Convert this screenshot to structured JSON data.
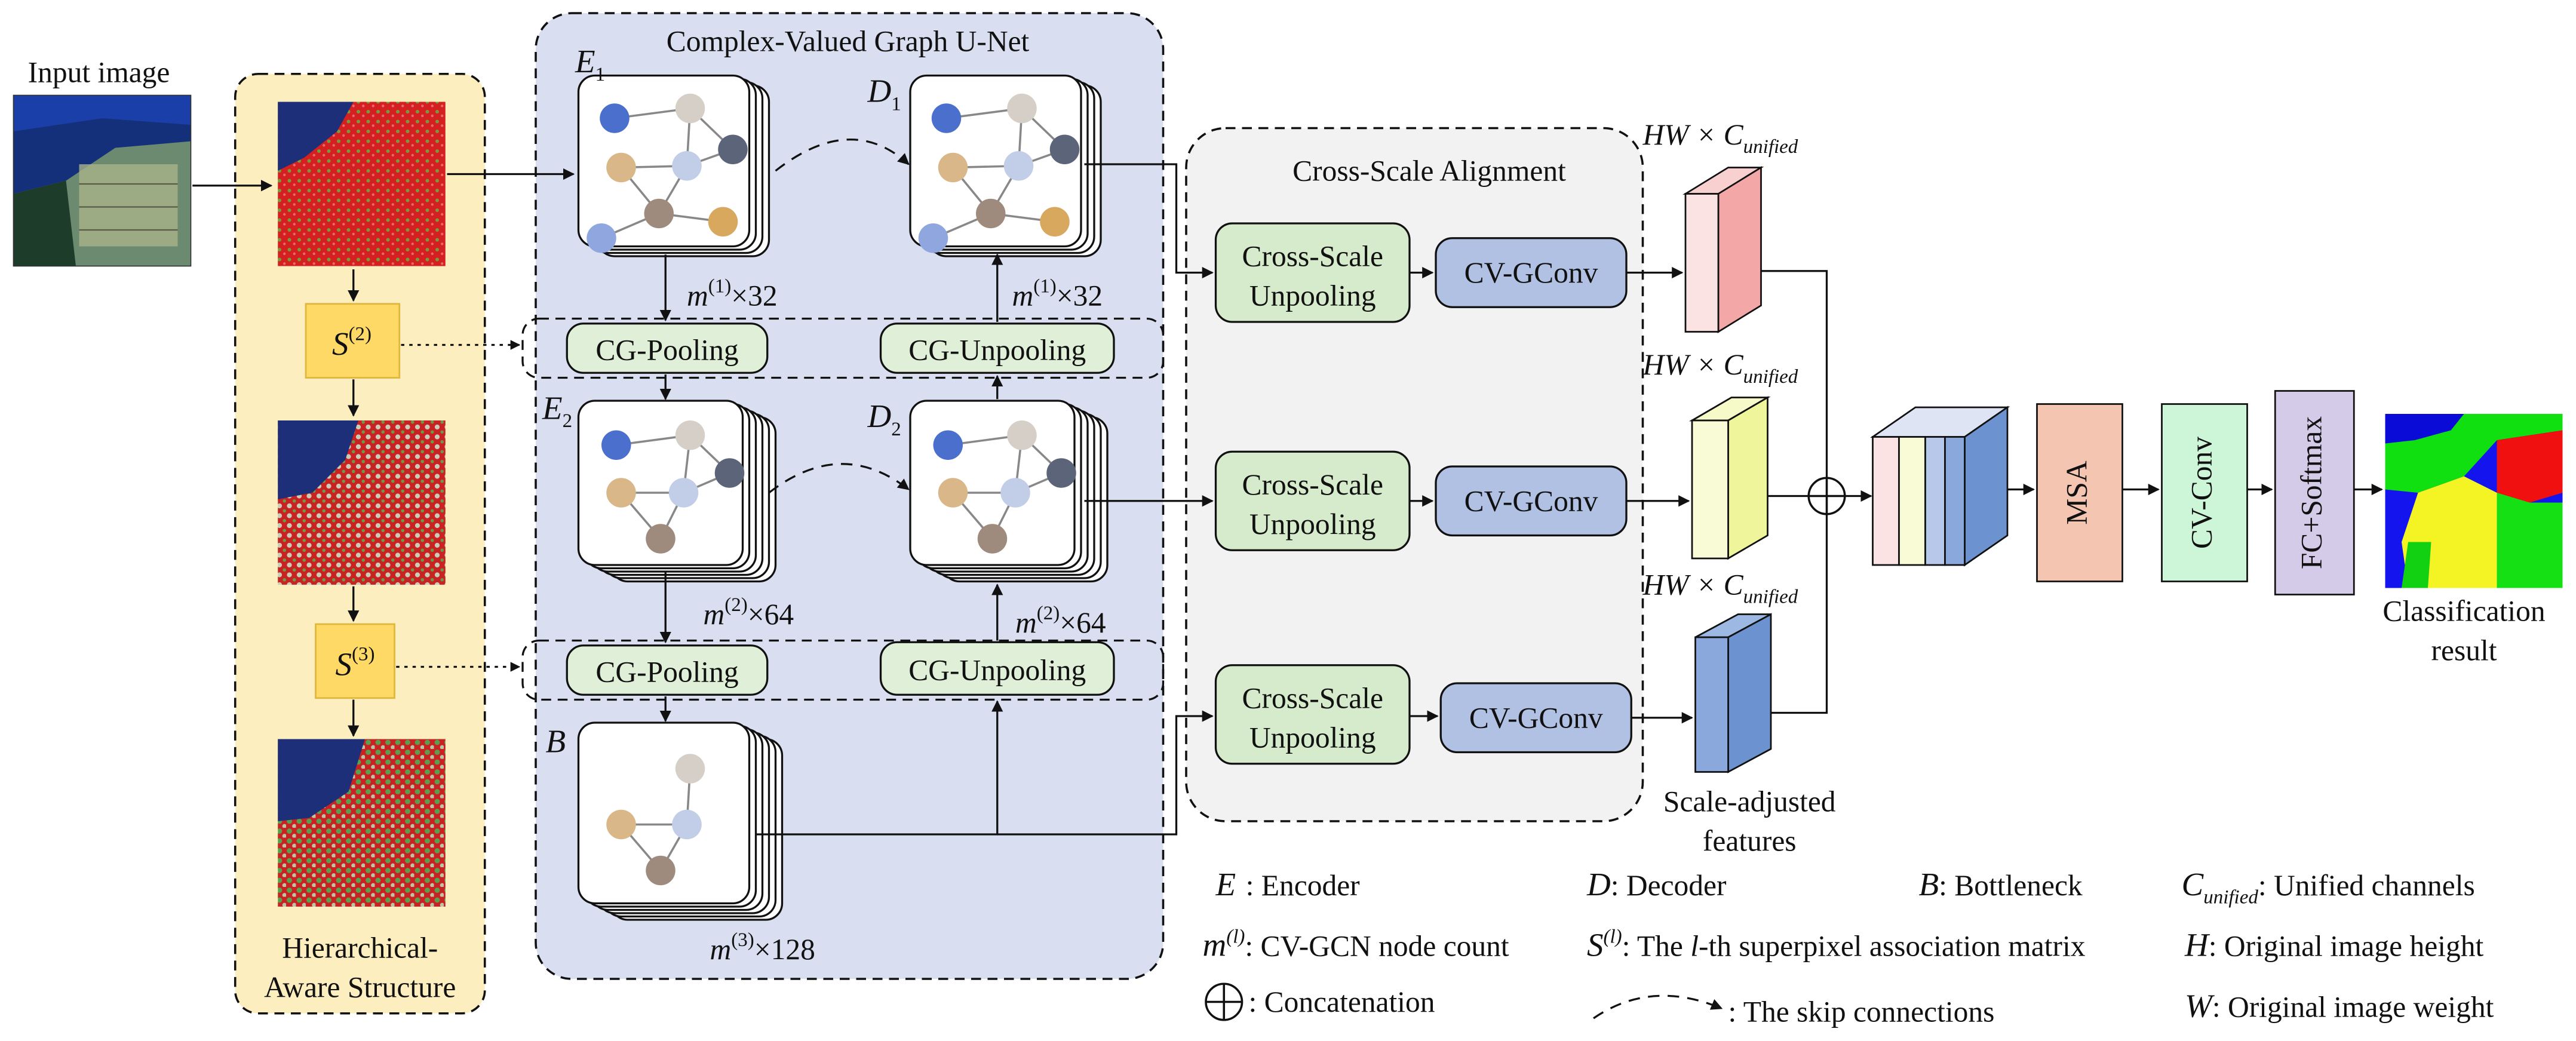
{
  "input": {
    "label": "Input image"
  },
  "hierarchical": {
    "label_line1": "Hierarchical-",
    "label_line2": "Aware Structure",
    "s2": "S",
    "s2_sup": "(2)",
    "s3": "S",
    "s3_sup": "(3)"
  },
  "unet": {
    "title": "Complex-Valued Graph U-Net",
    "e1": "E",
    "e1_sub": "1",
    "e2": "E",
    "e2_sub": "2",
    "d1": "D",
    "d1_sub": "1",
    "d2": "D",
    "d2_sub": "2",
    "b": "B",
    "count1": "×32",
    "count2": "×64",
    "count3": "×128",
    "m": "m",
    "sup1": "(1)",
    "sup2": "(2)",
    "sup3": "(3)",
    "pooling": "CG-Pooling",
    "unpooling": "CG-Unpooling"
  },
  "csa": {
    "title": "Cross-Scale Alignment",
    "unpool_line1": "Cross-Scale",
    "unpool_line2": "Unpooling",
    "gconv": "CV-GConv"
  },
  "features": {
    "hw": "HW × C",
    "unified_sub": "unified",
    "scale_line1": "Scale-adjusted",
    "scale_line2": "features"
  },
  "pipeline": {
    "msa": "MSA",
    "cvconv": "CV-Conv",
    "fc": "FC+Softmax",
    "result_line1": "Classification",
    "result_line2": "result"
  },
  "legend": {
    "e_sym": "E",
    "e_text": ": Encoder",
    "d_sym": "D",
    "d_text": ": Decoder",
    "b_sym": "B",
    "b_text": ": Bottleneck",
    "c_sym": "C",
    "c_sub": "unified",
    "c_text": ": Unified channels",
    "m_sym": "m",
    "m_sup": "(l)",
    "m_text": ": CV-GCN node count",
    "s_sym": "S",
    "s_sup": "(l)",
    "s_text_pre": ": The ",
    "s_text_l": "l",
    "s_text_post": "-th superpixel association matrix",
    "h_sym": "H",
    "h_text": ": Original image height",
    "concat_text": ": Concatenation",
    "skip_text": ": The skip connections",
    "w_sym": "W",
    "w_text": ": Original image weight"
  },
  "colors": {
    "unet_bg": "#d9dff0",
    "hier_bg": "#fdeebf",
    "csa_bg": "#f2f2f2",
    "green_box": "#d6ebcb",
    "blue_box": "#b0c1e3",
    "s_box": "#ffd966",
    "msa": "#f4c5b1",
    "cvconv": "#cdf5d8",
    "fc": "#d3cbe8",
    "feat_red": "#f4a7a7",
    "feat_yellow": "#eef59a",
    "feat_blue": "#6c93cf"
  }
}
